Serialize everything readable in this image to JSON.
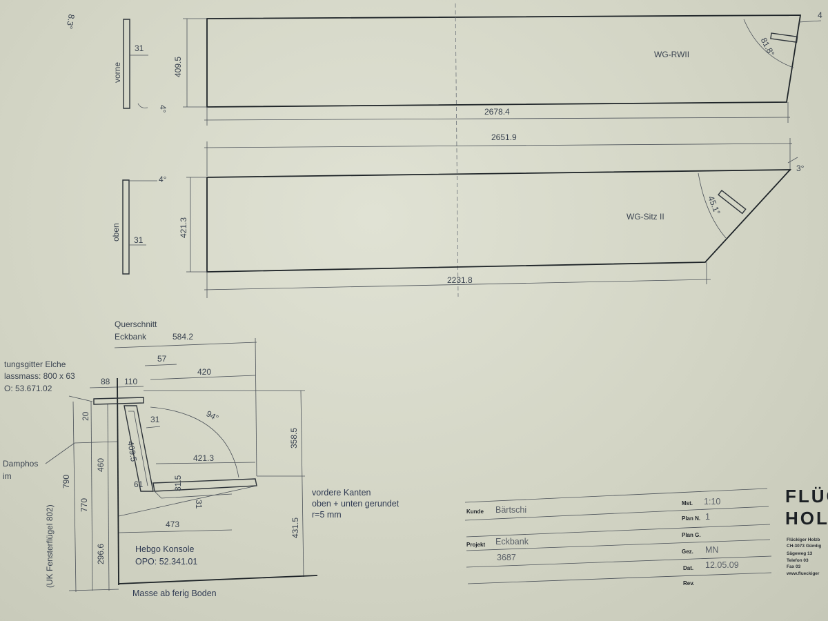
{
  "drawing": {
    "parts": {
      "rw": {
        "name": "WG-RWII",
        "dim_top": "2678.4",
        "dim_height": "409.5",
        "angle": "81.8°",
        "profile_label": "vorne",
        "profile_thickness": "31",
        "profile_angle_top": "8.3°",
        "profile_angle_bottom": "4°",
        "corner_mark": "4"
      },
      "seat": {
        "name": "WG-Sitz II",
        "dim_top": "2651.9",
        "dim_height": "421.3",
        "dim_bottom": "2231.8",
        "angle": "45.1°",
        "corner_angle": "3°",
        "profile_label": "oben",
        "profile_thickness": "31",
        "profile_angle": "4°"
      }
    },
    "section": {
      "title_line1": "Querschnitt",
      "title_line2": "Eckbank",
      "dims": {
        "total_width": "584.2",
        "d57": "57",
        "d88": "88",
        "d110": "110",
        "d420": "420",
        "d31_top": "31",
        "angle": "94°",
        "d409": "409.5",
        "d421": "421.3",
        "d61": "61",
        "d31_5": "31.5",
        "d31_side": "31",
        "d473": "473",
        "d358": "358.5",
        "d431": "431.5",
        "d20": "20",
        "d460": "460",
        "d770": "770",
        "d790": "790",
        "d296": "296.6"
      },
      "notes": {
        "grille_l1": "tungsgitter Elche",
        "grille_l2": "lassmass: 800 x 63",
        "grille_l3": "O: 53.671.02",
        "damp_l1": "Damphos",
        "damp_l2": "im",
        "window": "(UK Fensterflügel 802)",
        "edges_l1": "vordere Kanten",
        "edges_l2": "oben + unten gerundet",
        "edges_l3": "r=5 mm",
        "console_l1": "Hebgo Konsole",
        "console_l2": "OPO: 52.341.01",
        "floor": "Masse ab ferig Boden"
      }
    }
  },
  "title_block": {
    "kunde_key": "Kunde",
    "kunde": "Bärtschi",
    "projekt_key": "Projekt",
    "projekt": "Eckbank",
    "projekt_nr": "3687",
    "mst_key": "Mst.",
    "mst": "1:10",
    "plan_nr_key": "Plan N.",
    "plan_nr": "1",
    "plan_g_key": "Plan G.",
    "gez_key": "Gez.",
    "gez": "MN",
    "dat_key": "Dat.",
    "dat": "12.05.09",
    "rev_key": "Rev."
  },
  "company": {
    "logo_line1": "FLÜC",
    "logo_line2": "HOL",
    "addr1": "Flückiger Holzb",
    "addr2": "CH-3073 Gümlig",
    "addr3": "Sägeweg 13",
    "addr4": "Telefon      03",
    "addr5": "Fax          03",
    "addr6": "www.flueckiger"
  }
}
